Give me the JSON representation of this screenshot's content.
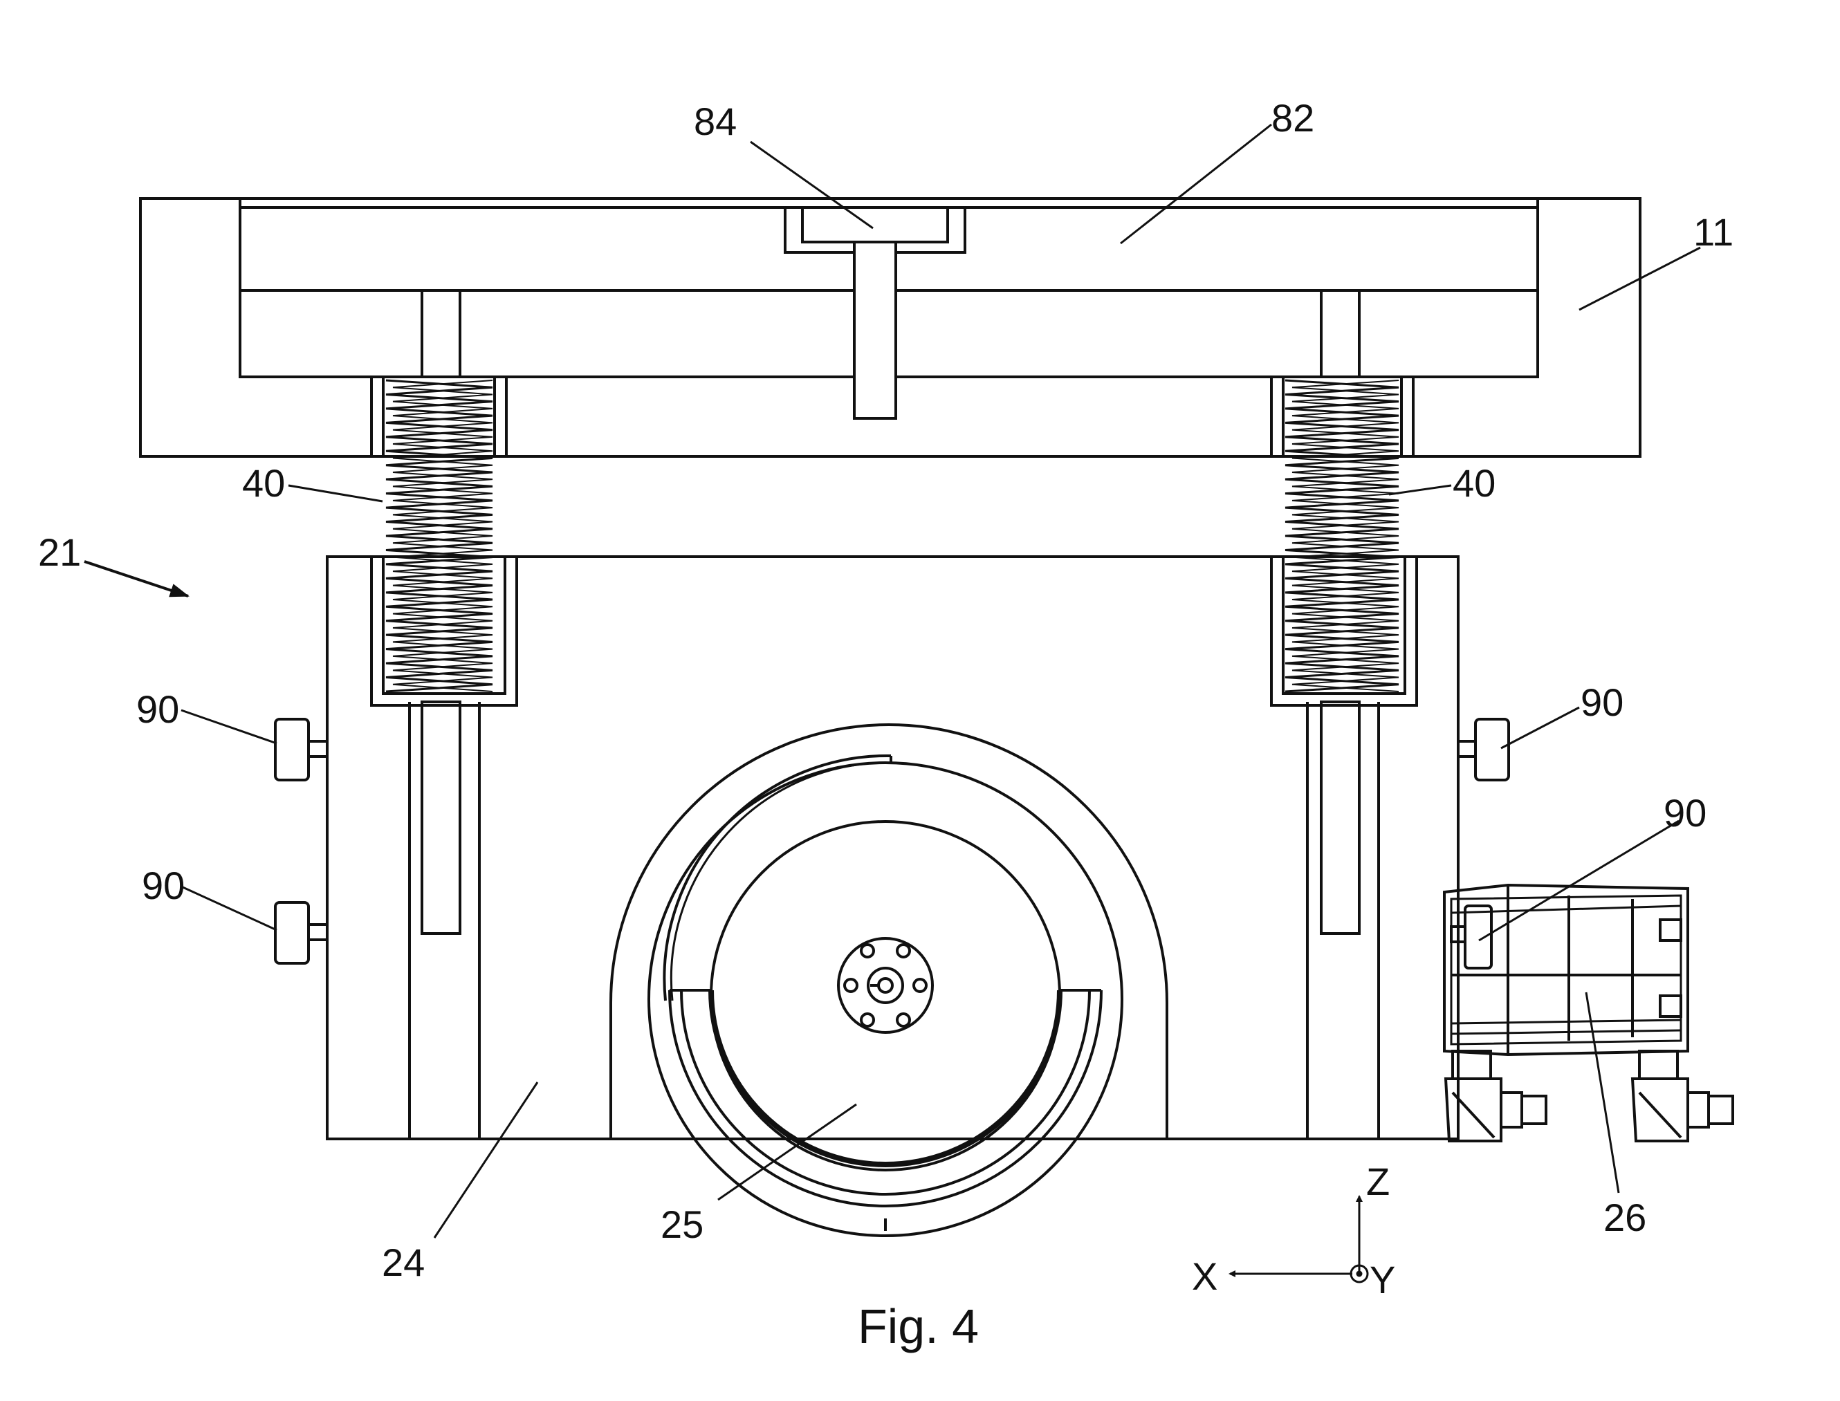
{
  "figure": {
    "caption": "Fig. 4",
    "labels": {
      "r84": "84",
      "r82": "82",
      "r11": "11",
      "r40_left": "40",
      "r40_right": "40",
      "r21": "21",
      "r90_left_upper": "90",
      "r90_left_lower": "90",
      "r90_right_upper": "90",
      "r90_right_lower": "90",
      "r24": "24",
      "r25": "25",
      "r26": "26"
    },
    "axes": {
      "x": "X",
      "y": "Y",
      "z": "Z"
    }
  },
  "colors": {
    "ink": "#111111",
    "background": "#ffffff"
  }
}
